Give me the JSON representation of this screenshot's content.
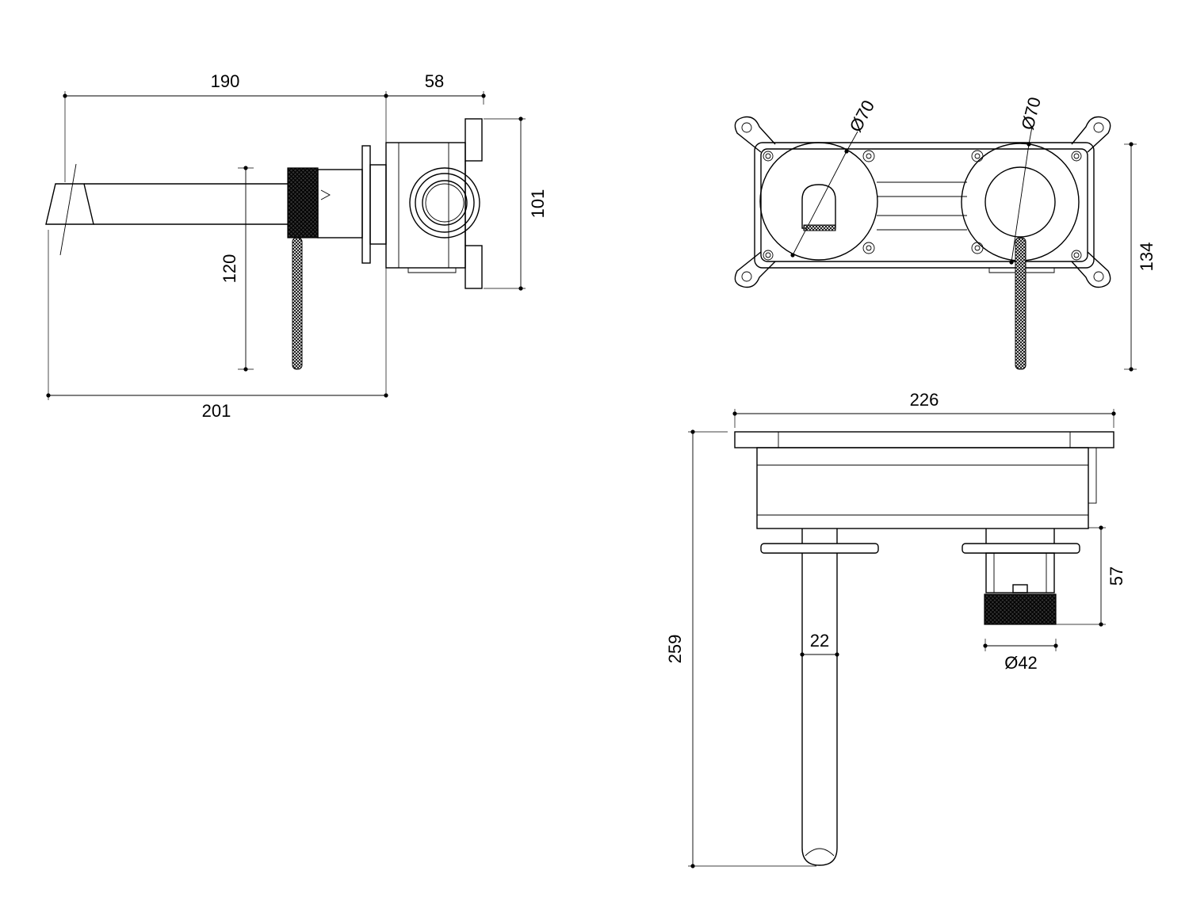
{
  "side_view": {
    "dim_spout_length": "190",
    "dim_box_depth": "58",
    "dim_box_height": "101",
    "dim_spout_height": "120",
    "dim_total_length": "201"
  },
  "front_view": {
    "dim_left_plate_diameter": "Ø70",
    "dim_right_plate_diameter": "Ø70",
    "dim_box_height": "134"
  },
  "top_view": {
    "dim_total_width": "226",
    "dim_total_depth": "259",
    "dim_handle_projection": "57",
    "dim_spout_width": "22",
    "dim_handle_diameter": "Ø42"
  }
}
